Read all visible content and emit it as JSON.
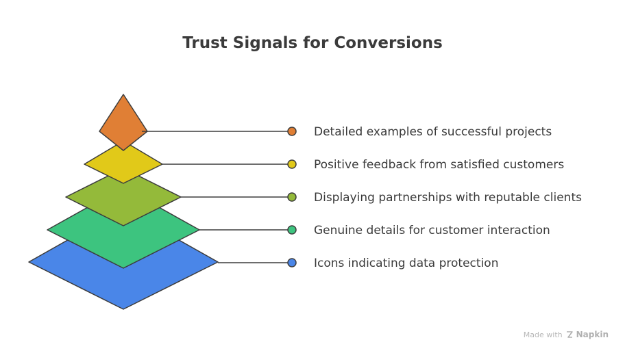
{
  "title": "Trust Signals for Conversions",
  "layers": [
    {
      "label": "Detailed examples of successful projects",
      "color": "#E07F35"
    },
    {
      "label": "Positive feedback from satisfied customers",
      "color": "#E1C919"
    },
    {
      "label": "Displaying partnerships with reputable clients",
      "color": "#94BA3A"
    },
    {
      "label": "Genuine details for customer interaction",
      "color": "#3DC47F"
    },
    {
      "label": "Icons indicating data protection",
      "color": "#4A86E8"
    }
  ],
  "footer": {
    "made_with": "Made with",
    "brand": "Napkin",
    "brand_icon": "napkin-icon"
  }
}
